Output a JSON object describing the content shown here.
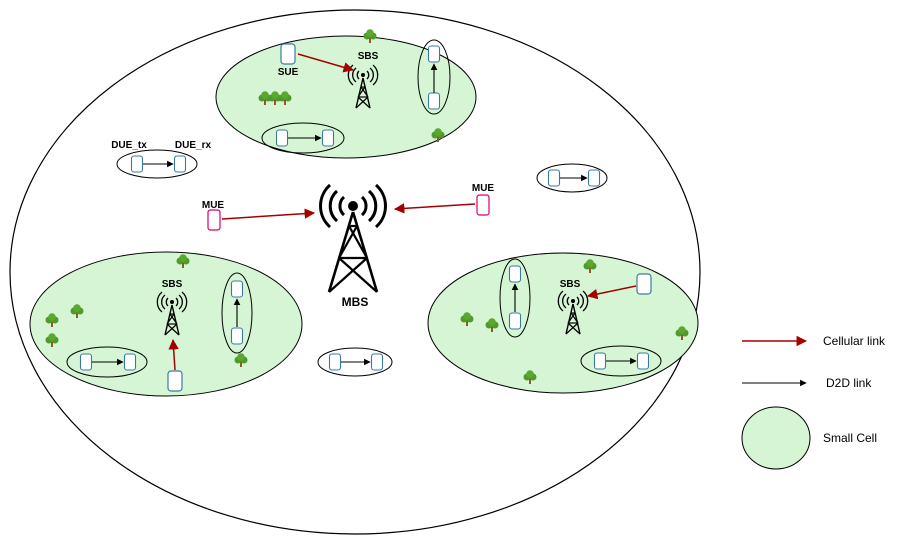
{
  "labels": {
    "sue": "SUE",
    "sbs": "SBS",
    "mbs": "MBS",
    "mue": "MUE",
    "due_tx": "DUE_tx",
    "due_rx": "DUE_rx"
  },
  "legend": {
    "cellular": "Cellular link",
    "d2d": "D2D link",
    "small_cell": "Small Cell"
  },
  "colors": {
    "cellular_link": "#a50000",
    "d2d_link": "#000000",
    "small_cell_fill": "#d5f5d5",
    "mue_border": "#d6006e",
    "ue_border": "#3a7aa0",
    "tree": "#4f9a2a"
  },
  "icons": [
    "cell-tower-icon",
    "phone-icon",
    "tree-icon"
  ]
}
